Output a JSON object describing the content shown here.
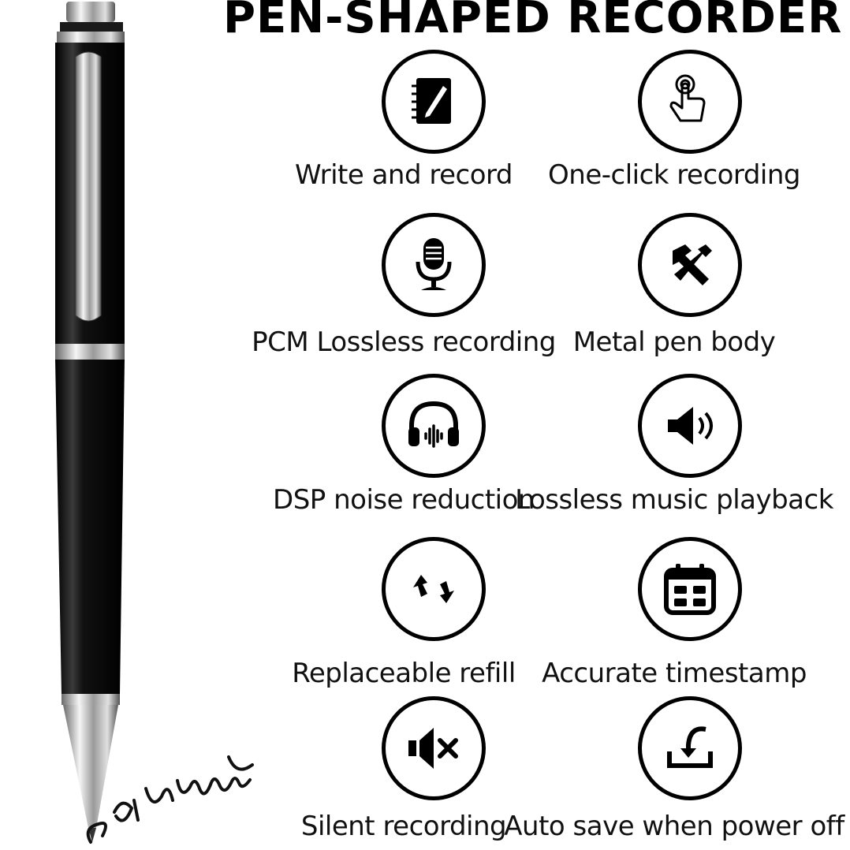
{
  "title": "PEN-SHAPED RECORDER",
  "features": [
    {
      "label": "Write and record",
      "icon": "notebook-pen-icon"
    },
    {
      "label": "One-click recording",
      "icon": "finger-press-icon"
    },
    {
      "label": "PCM Lossless recording",
      "icon": "microphone-icon"
    },
    {
      "label": "Metal pen body",
      "icon": "hammer-wrench-icon"
    },
    {
      "label": "DSP noise reduction",
      "icon": "headphones-icon"
    },
    {
      "label": "Lossless music playback",
      "icon": "speaker-icon"
    },
    {
      "label": "Replaceable refill",
      "icon": "swap-arrows-icon"
    },
    {
      "label": "Accurate timestamp",
      "icon": "calendar-icon"
    },
    {
      "label": "Silent recording",
      "icon": "mute-icon"
    },
    {
      "label": "Auto save when power off",
      "icon": "save-download-icon"
    }
  ],
  "colors": {
    "icon": "#000000",
    "pen_body": "#0b0b0b",
    "chrome": "#c8c8c8"
  }
}
